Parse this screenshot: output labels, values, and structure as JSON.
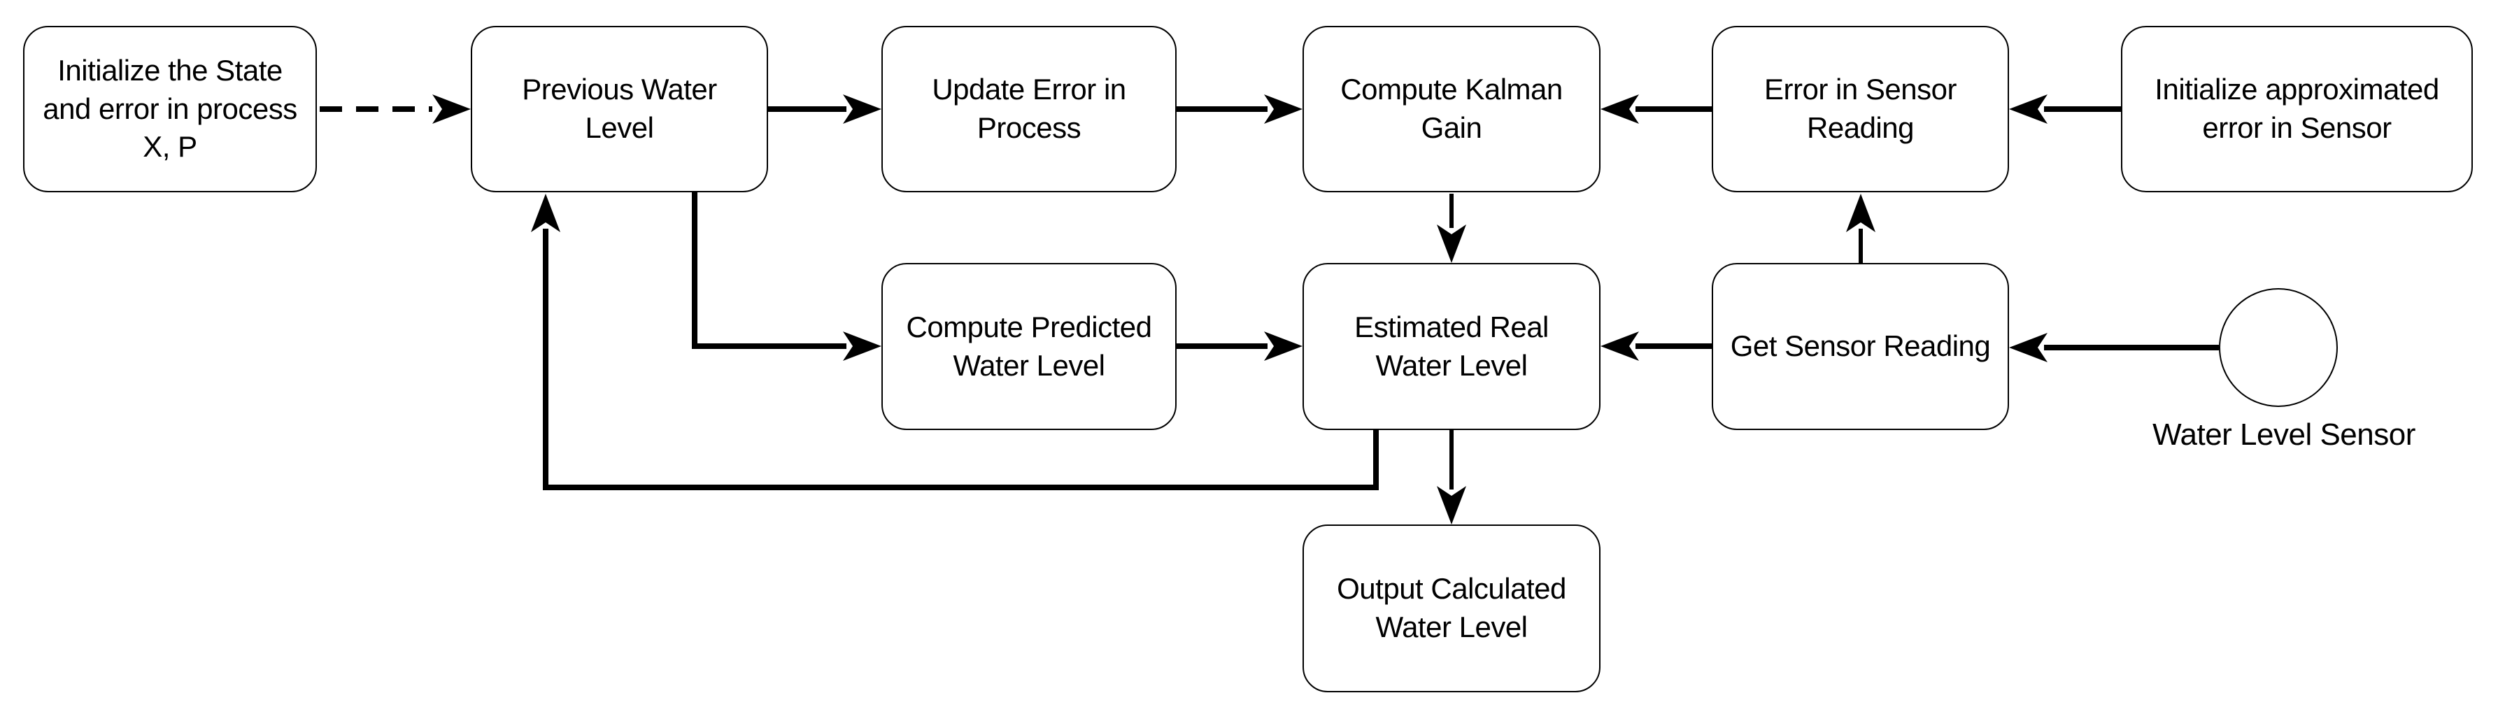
{
  "diagram": {
    "title": "",
    "background_color": "#ffffff",
    "stroke_color": "#000000",
    "node_fill_color": "#ffffff",
    "nodes": [
      {
        "id": "initialize-state",
        "shape": "rounded-rect",
        "label": "Initialize the State\nand error in process\nX, P"
      },
      {
        "id": "previous-water-level",
        "shape": "rounded-rect",
        "label": "Previous Water\nLevel"
      },
      {
        "id": "update-error-in-process",
        "shape": "rounded-rect",
        "label": "Update Error in\nProcess"
      },
      {
        "id": "compute-kalman-gain",
        "shape": "rounded-rect",
        "label": "Compute Kalman\nGain"
      },
      {
        "id": "error-in-sensor-reading",
        "shape": "rounded-rect",
        "label": "Error in Sensor\nReading"
      },
      {
        "id": "initialize-approximated-error",
        "shape": "rounded-rect",
        "label": "Initialize approximated\nerror in Sensor"
      },
      {
        "id": "compute-predicted-water-level",
        "shape": "rounded-rect",
        "label": "Compute Predicted\nWater Level"
      },
      {
        "id": "estimated-real-water-level",
        "shape": "rounded-rect",
        "label": "Estimated Real\nWater Level"
      },
      {
        "id": "get-sensor-reading",
        "shape": "rounded-rect",
        "label": "Get Sensor Reading"
      },
      {
        "id": "output-calculated-water-level",
        "shape": "rounded-rect",
        "label": "Output Calculated\nWater Level"
      },
      {
        "id": "water-level-sensor",
        "shape": "circle",
        "label": "Water Level Sensor"
      }
    ],
    "edges": [
      {
        "from": "initialize-state",
        "to": "previous-water-level",
        "style": "dashed"
      },
      {
        "from": "previous-water-level",
        "to": "update-error-in-process",
        "style": "solid"
      },
      {
        "from": "update-error-in-process",
        "to": "compute-kalman-gain",
        "style": "solid"
      },
      {
        "from": "error-in-sensor-reading",
        "to": "compute-kalman-gain",
        "style": "solid"
      },
      {
        "from": "initialize-approximated-error",
        "to": "error-in-sensor-reading",
        "style": "solid"
      },
      {
        "from": "compute-kalman-gain",
        "to": "estimated-real-water-level",
        "style": "solid"
      },
      {
        "from": "previous-water-level",
        "to": "compute-predicted-water-level",
        "style": "solid"
      },
      {
        "from": "compute-predicted-water-level",
        "to": "estimated-real-water-level",
        "style": "solid"
      },
      {
        "from": "get-sensor-reading",
        "to": "estimated-real-water-level",
        "style": "solid"
      },
      {
        "from": "get-sensor-reading",
        "to": "error-in-sensor-reading",
        "style": "solid"
      },
      {
        "from": "water-level-sensor",
        "to": "get-sensor-reading",
        "style": "solid"
      },
      {
        "from": "estimated-real-water-level",
        "to": "output-calculated-water-level",
        "style": "solid"
      },
      {
        "from": "estimated-real-water-level",
        "to": "previous-water-level",
        "style": "solid-feedback"
      }
    ]
  }
}
